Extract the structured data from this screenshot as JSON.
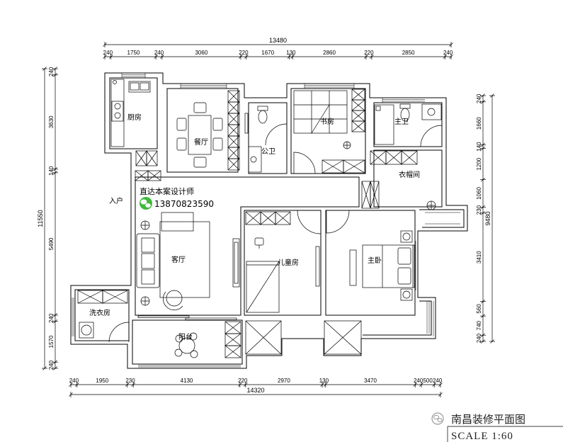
{
  "watermark": {
    "designer": "直达本案设计师",
    "phone": "13870823590"
  },
  "footer": {
    "source": "南昌装修平面图",
    "scale": "SCALE 1:60"
  },
  "rooms": {
    "kitchen": "厨房",
    "dining": "餐厅",
    "guest_bath": "公卫",
    "study": "书房",
    "master_bath": "主卫",
    "walk_in_closet": "衣帽间",
    "entry": "入户",
    "living": "客厅",
    "kids_room": "儿童房",
    "master_bedroom": "主卧",
    "laundry": "洗衣房",
    "balcony": "阳台"
  },
  "dimensions": {
    "top_total": 13480,
    "top": [
      240,
      1750,
      240,
      3060,
      220,
      1670,
      130,
      2860,
      220,
      2850,
      240
    ],
    "bottom_total": 14320,
    "bottom": [
      240,
      1950,
      230,
      4130,
      220,
      2970,
      130,
      3470,
      240,
      500,
      240
    ],
    "left_total": 11550,
    "left": [
      240,
      3630,
      140,
      5490,
      240,
      1570,
      240
    ],
    "right_total": 9480,
    "right": [
      240,
      1660,
      140,
      1200,
      1060,
      230,
      3410,
      560,
      740,
      240
    ]
  },
  "icons": {
    "contact_icon": "wechat-icon",
    "footer_icon": "wechat-icon"
  },
  "colors": {
    "line": "#000000",
    "wechat_green": "#3dba3b",
    "background": "#ffffff"
  }
}
